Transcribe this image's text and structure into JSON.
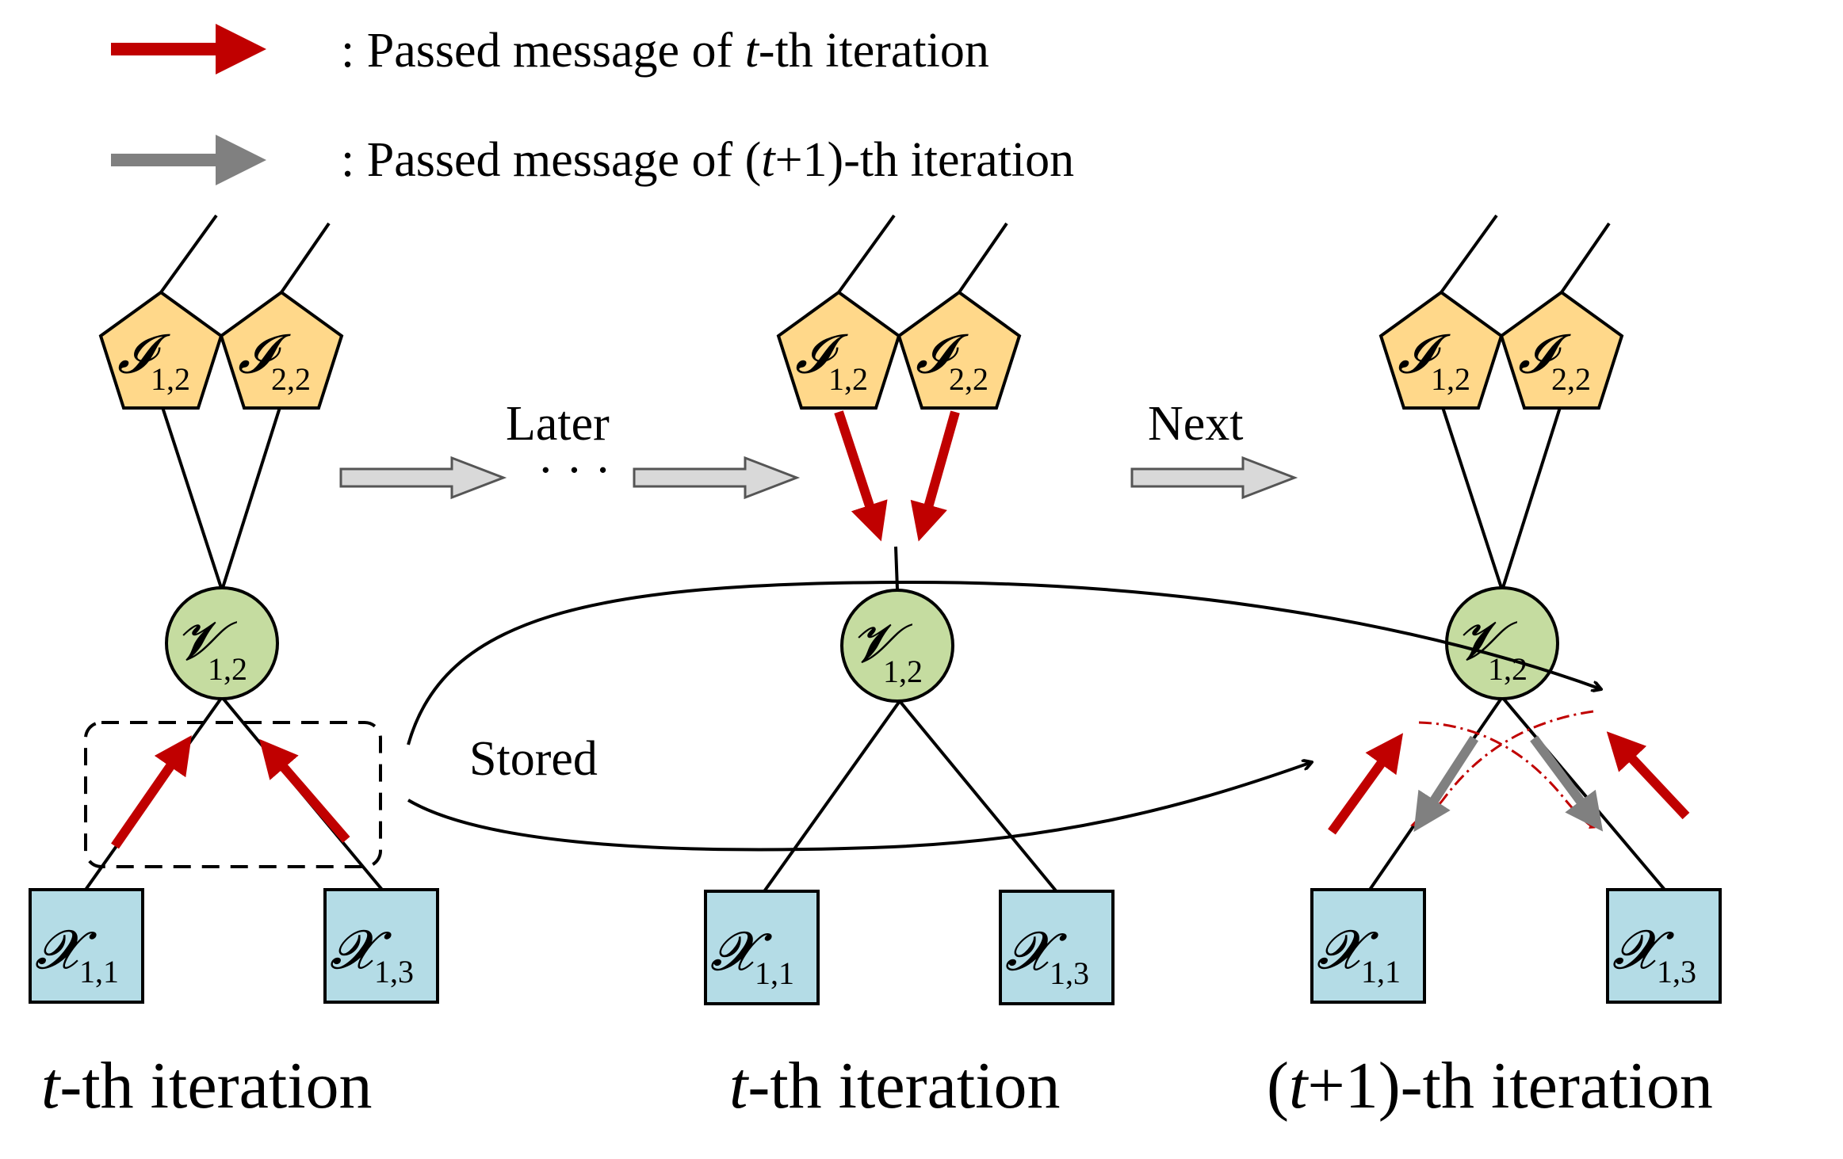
{
  "legend": {
    "red_text": {
      "pre": ": Passed message of ",
      "var": "t",
      "post": "-th iteration"
    },
    "gray_text": {
      "pre": ": Passed message of (",
      "var": "t",
      "post": "+1)-th iteration"
    }
  },
  "arrows": {
    "later": "Later",
    "ellipsis": "· · ·",
    "next": "Next",
    "stored": "Stored"
  },
  "panels": [
    {
      "caption": {
        "pre": "",
        "var": "t",
        "post": "-th iteration"
      },
      "factor_left": {
        "sym": "𝓘",
        "sub": "1,2"
      },
      "factor_right": {
        "sym": "𝓘",
        "sub": "2,2"
      },
      "variable": {
        "sym": "𝓥",
        "sub": "1,2"
      },
      "obs_left": {
        "sym": "𝓧",
        "sub": "1,1"
      },
      "obs_right": {
        "sym": "𝓧",
        "sub": "1,3"
      }
    },
    {
      "caption": {
        "pre": "",
        "var": "t",
        "post": "-th iteration"
      },
      "factor_left": {
        "sym": "𝓘",
        "sub": "1,2"
      },
      "factor_right": {
        "sym": "𝓘",
        "sub": "2,2"
      },
      "variable": {
        "sym": "𝓥",
        "sub": "1,2"
      },
      "obs_left": {
        "sym": "𝓧",
        "sub": "1,1"
      },
      "obs_right": {
        "sym": "𝓧",
        "sub": "1,3"
      }
    },
    {
      "caption": {
        "pre": "(",
        "var": "t",
        "post": "+1)-th iteration"
      },
      "factor_left": {
        "sym": "𝓘",
        "sub": "1,2"
      },
      "factor_right": {
        "sym": "𝓘",
        "sub": "2,2"
      },
      "variable": {
        "sym": "𝓥",
        "sub": "1,2"
      },
      "obs_left": {
        "sym": "𝓧",
        "sub": "1,1"
      },
      "obs_right": {
        "sym": "𝓧",
        "sub": "1,3"
      }
    }
  ],
  "colors": {
    "red_message": "#c00000",
    "gray_message": "#808080",
    "factor_fill": "#ffd88a",
    "variable_fill": "#c5dca0",
    "observation_fill": "#b4dce6",
    "block_arrow_fill": "#d9d9d9"
  }
}
